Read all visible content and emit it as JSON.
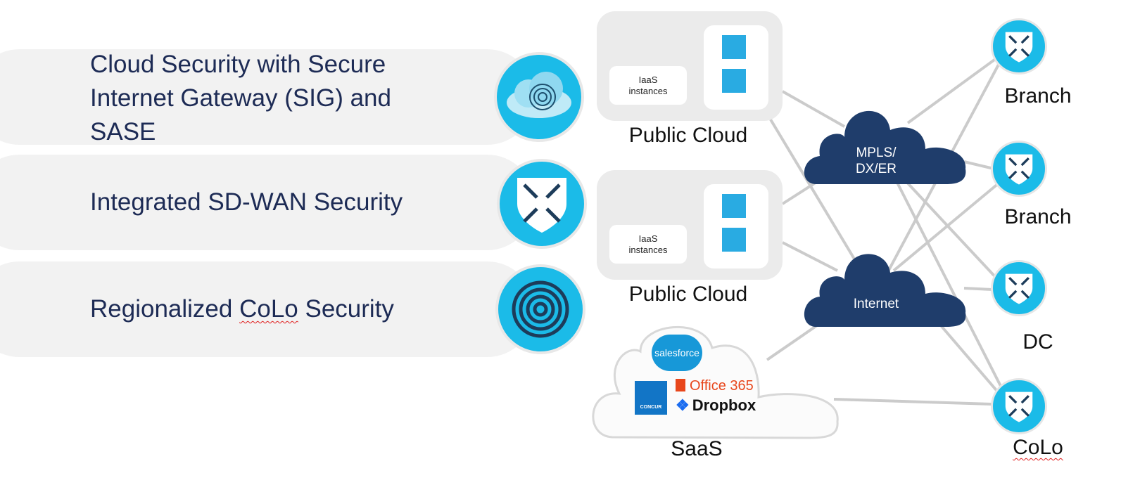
{
  "features": [
    {
      "lines": [
        "Cloud Security with Secure",
        "Internet Gateway (SIG) and",
        "SASE"
      ],
      "icon": "cloud-fingerprint-icon"
    },
    {
      "lines": [
        "Integrated SD-WAN Security"
      ],
      "icon": "shield-router-icon"
    },
    {
      "lines": [
        "Regionalized ",
        "CoLo",
        " Security"
      ],
      "icon": "fingerprint-icon"
    }
  ],
  "public_clouds": [
    {
      "label": "Public Cloud",
      "iaas_line1": "IaaS",
      "iaas_line2": "instances"
    },
    {
      "label": "Public Cloud",
      "iaas_line1": "IaaS",
      "iaas_line2": "instances"
    }
  ],
  "transport": {
    "mpls_line1": "MPLS/",
    "mpls_line2": "DX/ER",
    "internet": "Internet"
  },
  "saas": {
    "label": "SaaS",
    "apps": {
      "salesforce": "salesforce",
      "concur": "CONCUR",
      "office": "Office 365",
      "dropbox": "Dropbox"
    }
  },
  "sites": [
    {
      "label": "Branch"
    },
    {
      "label": "Branch"
    },
    {
      "label": "DC"
    },
    {
      "label": "CoLo"
    }
  ],
  "colors": {
    "navy": "#1f3d6b",
    "cyan": "#1bbbe8",
    "line": "#c8c8c8",
    "text": "#1d2b55"
  }
}
